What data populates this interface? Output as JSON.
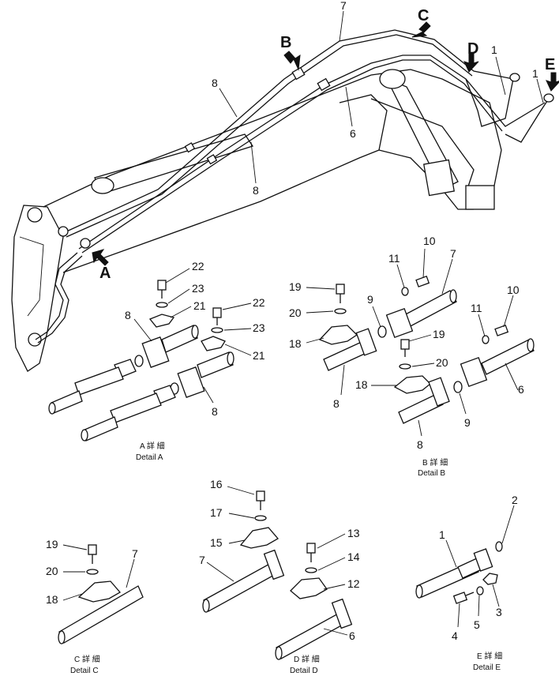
{
  "callouts": {
    "A": "A",
    "B": "B",
    "C": "C",
    "D": "D",
    "E": "E"
  },
  "overview_labels": {
    "l7": "7",
    "l8a": "8",
    "l8b": "8",
    "l6": "6",
    "l1a": "1",
    "l1b": "1"
  },
  "detail_a": {
    "caption_jp": "A 詳 細",
    "caption_en": "Detail A",
    "labels": {
      "l22a": "22",
      "l23a": "23",
      "l21a": "21",
      "l8a": "8",
      "l22b": "22",
      "l23b": "23",
      "l21b": "21",
      "l8b": "8"
    }
  },
  "detail_b": {
    "caption_jp": "B 詳 細",
    "caption_en": "Detail B",
    "labels": {
      "l10a": "10",
      "l11a": "11",
      "l7": "7",
      "l19a": "19",
      "l20a": "20",
      "l9a": "9",
      "l18a": "18",
      "l8a": "8",
      "l11b": "11",
      "l10b": "10",
      "l19b": "19",
      "l20b": "20",
      "l18b": "18",
      "l9b": "9",
      "l6": "6",
      "l8b": "8"
    }
  },
  "detail_c": {
    "caption_jp": "C 詳 細",
    "caption_en": "Detail C",
    "labels": {
      "l19": "19",
      "l20": "20",
      "l18": "18",
      "l7": "7"
    }
  },
  "detail_d": {
    "caption_jp": "D 詳 細",
    "caption_en": "Detail D",
    "labels": {
      "l16": "16",
      "l17": "17",
      "l15": "15",
      "l7": "7",
      "l13": "13",
      "l14": "14",
      "l12": "12",
      "l6": "6"
    }
  },
  "detail_e": {
    "caption_jp": "E 詳 細",
    "caption_en": "Detail E",
    "labels": {
      "l2": "2",
      "l1": "1",
      "l3": "3",
      "l4": "4",
      "l5": "5"
    }
  }
}
